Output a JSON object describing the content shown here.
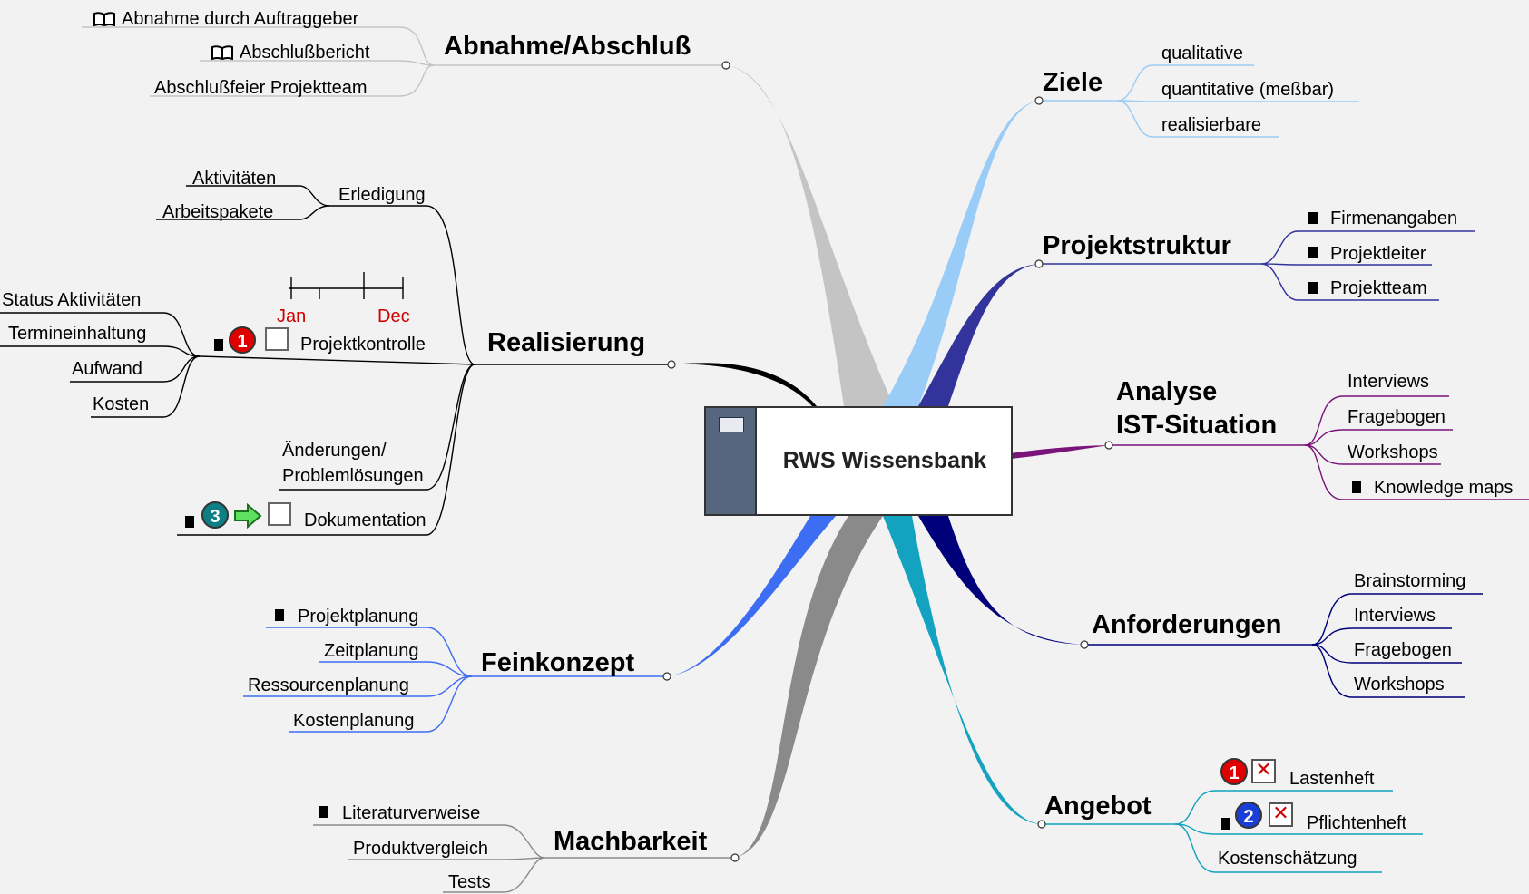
{
  "central": {
    "title": "RWS Wissensbank"
  },
  "branches": {
    "abnahme": {
      "label": "Abnahme/Abschluß",
      "items": [
        "Abnahme durch Auftraggeber",
        "Abschlußbericht",
        "Abschlußfeier Projektteam"
      ]
    },
    "realisierung": {
      "label": "Realisierung",
      "erledigung": {
        "label": "Erledigung",
        "items": [
          "Aktivitäten",
          "Arbeitspakete"
        ]
      },
      "projektkontrolle": {
        "label": "Projektkontrolle",
        "badge": "1",
        "timeline": [
          "Jan",
          "Dec"
        ],
        "items": [
          "Status Aktivitäten",
          "Termineinhaltung",
          "Aufwand",
          "Kosten"
        ]
      },
      "aenderungen": {
        "line1": "Änderungen/",
        "line2": "Problemlösungen"
      },
      "dokumentation": {
        "label": "Dokumentation",
        "badge": "3"
      }
    },
    "feinkonzept": {
      "label": "Feinkonzept",
      "items": [
        "Projektplanung",
        "Zeitplanung",
        "Ressourcenplanung",
        "Kostenplanung"
      ]
    },
    "machbarkeit": {
      "label": "Machbarkeit",
      "items": [
        "Literaturverweise",
        "Produktvergleich",
        "Tests"
      ]
    },
    "ziele": {
      "label": "Ziele",
      "items": [
        "qualitative",
        "quantitative (meßbar)",
        "realisierbare"
      ]
    },
    "projektstruktur": {
      "label": "Projektstruktur",
      "items": [
        "Firmenangaben",
        "Projektleiter",
        "Projektteam"
      ]
    },
    "analyse": {
      "line1": "Analyse",
      "line2": "IST-Situation",
      "items": [
        "Interviews",
        "Fragebogen",
        "Workshops",
        "Knowledge maps"
      ]
    },
    "anforderungen": {
      "label": "Anforderungen",
      "items": [
        "Brainstorming",
        "Interviews",
        "Fragebogen",
        "Workshops"
      ]
    },
    "angebot": {
      "label": "Angebot",
      "items": [
        {
          "label": "Lastenheft",
          "badge": "1"
        },
        {
          "label": "Pflichtenheft",
          "badge": "2"
        },
        {
          "label": "Kostenschätzung"
        }
      ]
    }
  },
  "colors": {
    "abnahme": "#c4c4c4",
    "realisierung": "#000000",
    "feinkonzept": "#3d6df2",
    "machbarkeit": "#8a8a8a",
    "ziele": "#99ccf6",
    "projektstruktur": "#33339c",
    "analyse": "#7a137a",
    "anforderungen": "#00007a",
    "angebot": "#13a2c0"
  }
}
